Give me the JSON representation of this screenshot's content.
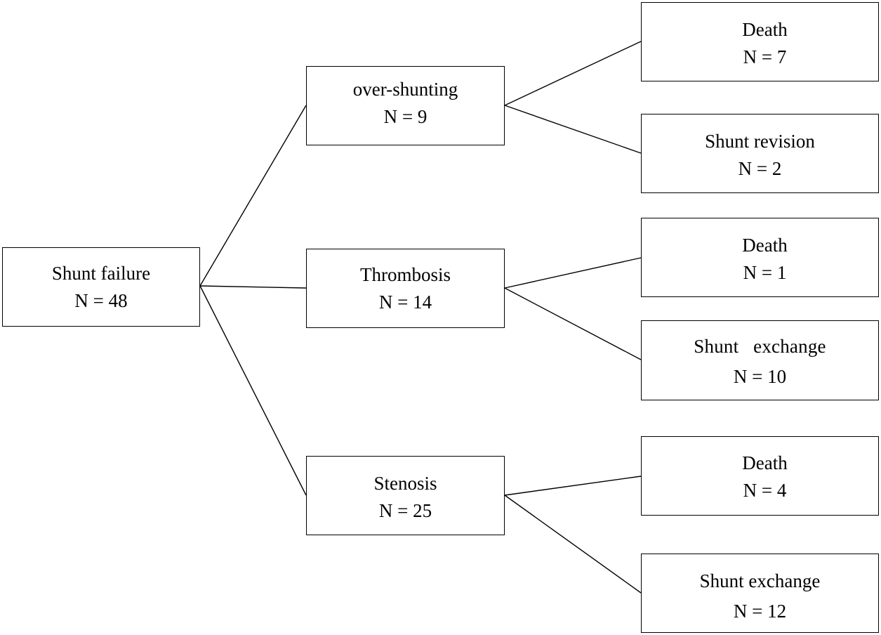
{
  "diagram": {
    "root": {
      "label": "Shunt failure",
      "count": "N = 48"
    },
    "branches": [
      {
        "label": "over-shunting",
        "count": "N = 9",
        "outcomes": [
          {
            "label": "Death",
            "count": "N = 7"
          },
          {
            "label": "Shunt revision",
            "count": "N = 2"
          }
        ]
      },
      {
        "label": "Thrombosis",
        "count": "N = 14",
        "outcomes": [
          {
            "label": "Death",
            "count": "N = 1"
          },
          {
            "label": "Shunt   exchange",
            "count": "N = 10"
          }
        ]
      },
      {
        "label": "Stenosis",
        "count": "N = 25",
        "outcomes": [
          {
            "label": "Death",
            "count": "N = 4"
          },
          {
            "label": "Shunt exchange",
            "count": "N = 12"
          }
        ]
      }
    ]
  }
}
